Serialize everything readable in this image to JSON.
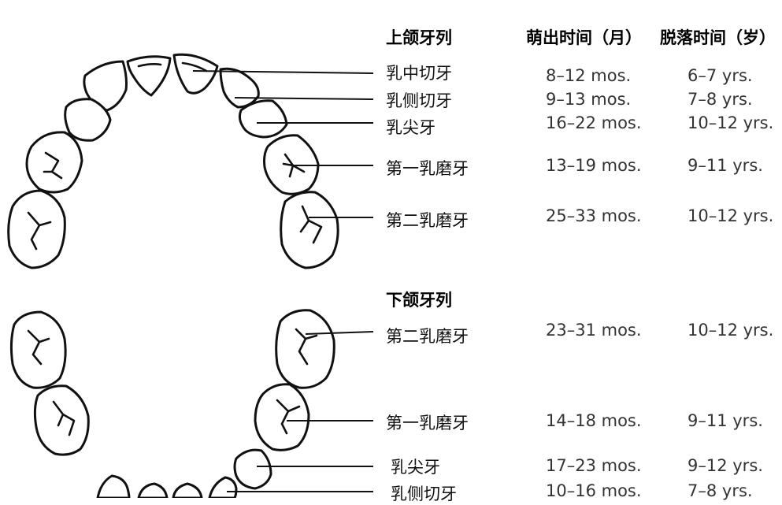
{
  "headers": {
    "upper_arch": "上颌牙列",
    "eruption": "萌出时间（月）",
    "shedding": "脱落时间（岁）",
    "lower_arch": "下颌牙列"
  },
  "upper_teeth": [
    {
      "name": "乳中切牙",
      "eruption": "8–12 mos.",
      "shedding": "6–7 yrs."
    },
    {
      "name": "乳侧切牙",
      "eruption": "9–13 mos.",
      "shedding": "7–8 yrs."
    },
    {
      "name": "乳尖牙",
      "eruption": "16–22 mos.",
      "shedding": "10–12 yrs."
    },
    {
      "name": "第一乳磨牙",
      "eruption": "13–19 mos.",
      "shedding": "9–11 yrs."
    },
    {
      "name": "第二乳磨牙",
      "eruption": "25–33 mos.",
      "shedding": "10–12 yrs."
    }
  ],
  "lower_teeth": [
    {
      "name": "第二乳磨牙",
      "eruption": "23–31 mos.",
      "shedding": "10–12 yrs."
    },
    {
      "name": "第一乳磨牙",
      "eruption": "14–18 mos.",
      "shedding": "9–11 yrs."
    },
    {
      "name": "乳尖牙",
      "eruption": "17–23 mos.",
      "shedding": "9–12 yrs."
    },
    {
      "name": "乳侧切牙",
      "eruption": "10–16 mos.",
      "shedding": "7–8 yrs."
    }
  ]
}
